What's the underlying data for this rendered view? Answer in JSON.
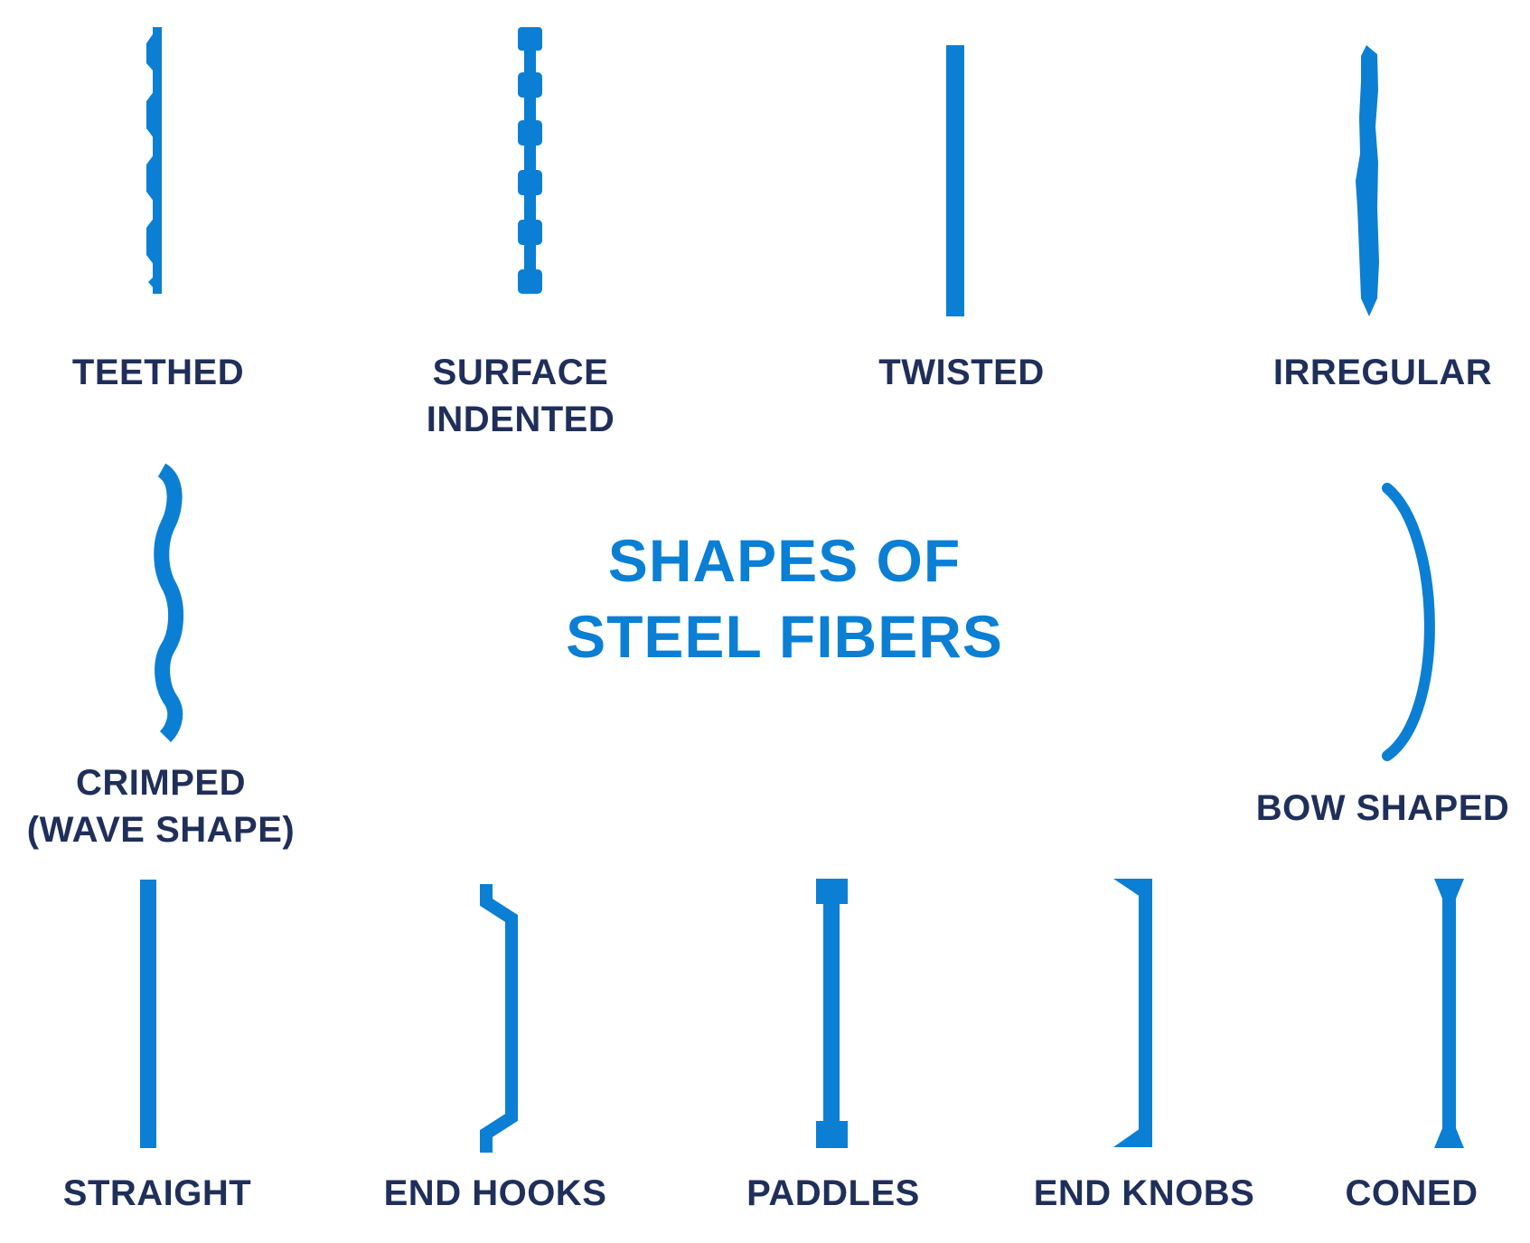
{
  "title": {
    "line1": "SHAPES OF",
    "line2": "STEEL FIBERS"
  },
  "labels": {
    "teethed": "TEETHED",
    "surface_indented": [
      "SURFACE",
      "INDENTED"
    ],
    "twisted": "TWISTED",
    "irregular": "IRREGULAR",
    "crimped": [
      "CRIMPED",
      "(WAVE SHAPE)"
    ],
    "bow_shaped": "BOW SHAPED",
    "straight": "STRAIGHT",
    "end_hooks": "END HOOKS",
    "paddles": "PADDLES",
    "end_knobs": "END KNOBS",
    "coned": "CONED"
  },
  "colors": {
    "fiber": "#0a7fd4",
    "label": "#1f2f5a",
    "title": "#0a7fd4"
  }
}
